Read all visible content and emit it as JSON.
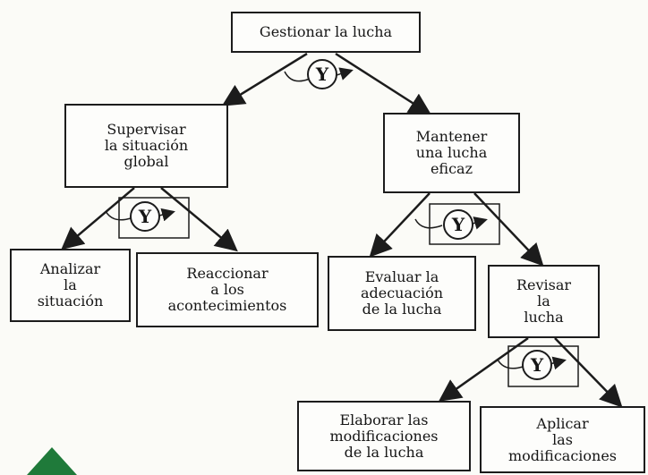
{
  "diagram": {
    "operator_label": "Y",
    "nodes": {
      "root": [
        "Gestionar la lucha"
      ],
      "supervise": [
        "Supervisar",
        "la situación",
        "global"
      ],
      "maintain": [
        "Mantener",
        "una lucha",
        "eficaz"
      ],
      "analyze": [
        "Analizar",
        "la",
        "situación"
      ],
      "react": [
        "Reaccionar",
        "a los",
        "acontecimientos"
      ],
      "evaluate": [
        "Evaluar la",
        "adecuación",
        "de la lucha"
      ],
      "review": [
        "Revisar",
        "la",
        "lucha"
      ],
      "elaborate": [
        "Elaborar las",
        "modificaciones",
        "de la lucha"
      ],
      "apply": [
        "Aplicar",
        "las",
        "modificaciones"
      ]
    }
  }
}
